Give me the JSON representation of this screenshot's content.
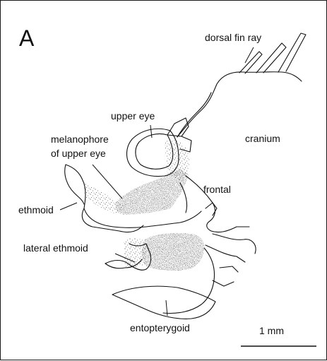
{
  "panel_label": "A",
  "labels": {
    "dorsal_fin_ray": "dorsal fin ray",
    "upper_eye": "upper eye",
    "cranium": "cranium",
    "melanophore_line1": "melanophore",
    "melanophore_line2": "of upper eye",
    "frontal": "frontal",
    "ethmoid": "ethmoid",
    "lateral_ethmoid": "lateral ethmoid",
    "entopterygoid": "entopterygoid"
  },
  "scale_bar": {
    "label": "1 mm"
  },
  "colors": {
    "ink": "#111111",
    "stipple": "#555555",
    "background": "#ffffff"
  }
}
